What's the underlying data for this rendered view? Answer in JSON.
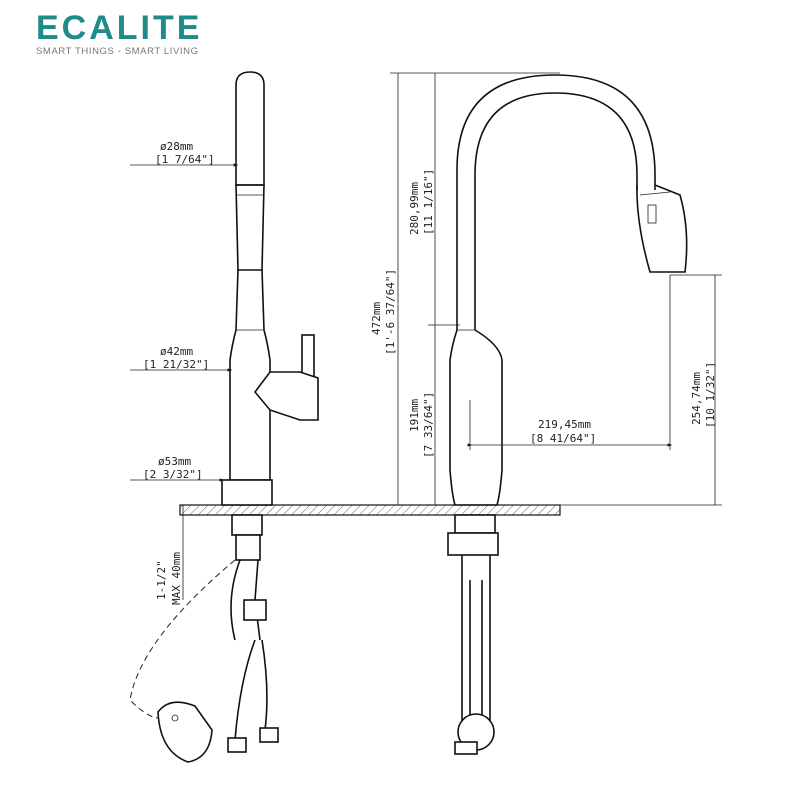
{
  "logo": {
    "brand": "ECALITE",
    "tagline": "SMART THINGS - SMART LIVING",
    "color": "#1f8a8a",
    "accent": "#d42a2a"
  },
  "dimensions": {
    "d28": {
      "mm": "ø28mm",
      "in": "[1 7/64\"]"
    },
    "d42": {
      "mm": "ø42mm",
      "in": "[1 21/32\"]"
    },
    "d53": {
      "mm": "ø53mm",
      "in": "[2 3/32\"]"
    },
    "hole": {
      "size": "1-1/2\"",
      "max": "MAX 40mm"
    },
    "total_height": {
      "mm": "472mm",
      "in": "[1'-6 37/64\"]"
    },
    "spout_height": {
      "mm": "280,99mm",
      "in": "[11 1/16\"]"
    },
    "body_height": {
      "mm": "191mm",
      "in": "[7 33/64\"]"
    },
    "reach": {
      "mm": "219,45mm",
      "in": "[8 41/64\"]"
    },
    "outlet_height": {
      "mm": "254,74mm",
      "in": "[10 1/32\"]"
    }
  }
}
